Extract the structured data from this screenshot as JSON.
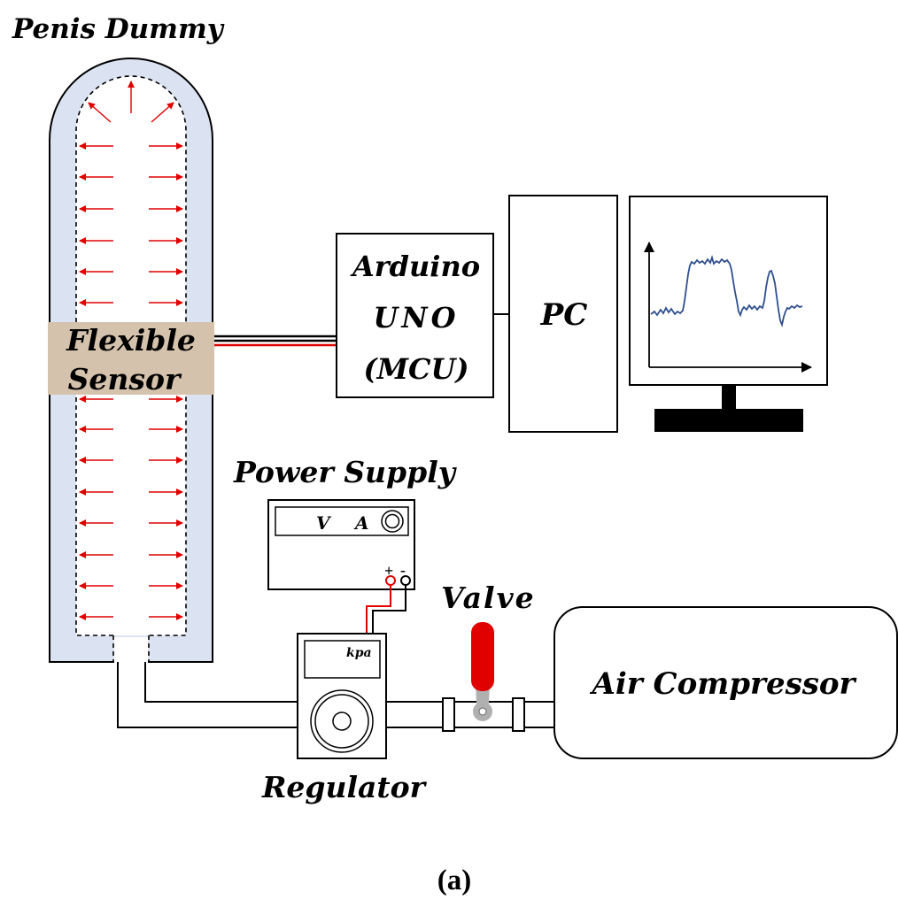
{
  "labels": {
    "penis_dummy": "Penis Dummy",
    "flexible": "Flexible",
    "sensor": "Sensor",
    "arduino_line1": "Arduino",
    "arduino_line2": "UNO",
    "arduino_line3": "(MCU)",
    "pc": "PC",
    "power_supply": "Power Supply",
    "volts": "V",
    "amps": "A",
    "plus": "+",
    "minus": "-",
    "kpa": "kpa",
    "regulator": "Regulator",
    "valve": "Valve",
    "air_compressor": "Air Compressor",
    "caption": "(a)"
  },
  "colors": {
    "dummy_fill": "#dbe3f3",
    "sensor_fill": "#d4c2ad",
    "arrow": "#e00000",
    "red_wire": "#e00000",
    "valve_handle": "#e00000",
    "valve_nut": "#b0b0b0",
    "signal_line": "#2f4f8f",
    "stand": "#000000"
  }
}
